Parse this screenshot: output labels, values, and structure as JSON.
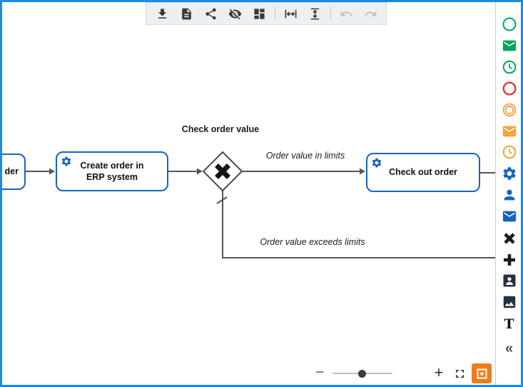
{
  "toolbar": {
    "items": [
      {
        "name": "download"
      },
      {
        "name": "document"
      },
      {
        "name": "share"
      },
      {
        "name": "hide-visibility"
      },
      {
        "name": "grid-view"
      },
      {
        "name": "fit-width"
      },
      {
        "name": "fit-height"
      },
      {
        "name": "undo",
        "disabled": true
      },
      {
        "name": "redo",
        "disabled": true
      }
    ]
  },
  "palette": {
    "items": [
      {
        "name": "start-event",
        "shape": "circle",
        "color": "#00a65a"
      },
      {
        "name": "message-start-event",
        "shape": "envelope",
        "color": "#00a65a"
      },
      {
        "name": "timer-start-event",
        "shape": "clock",
        "color": "#00a65a"
      },
      {
        "name": "end-event",
        "shape": "circle",
        "color": "#e53935"
      },
      {
        "name": "intermediate-event",
        "shape": "double-circle",
        "color": "#f2a33c"
      },
      {
        "name": "message-intermediate-event",
        "shape": "envelope",
        "color": "#f2a33c"
      },
      {
        "name": "timer-intermediate-event",
        "shape": "clock",
        "color": "#f2a33c"
      },
      {
        "name": "service-task",
        "shape": "gear",
        "color": "#1565c0"
      },
      {
        "name": "user-task",
        "shape": "person",
        "color": "#1565c0"
      },
      {
        "name": "send-task",
        "shape": "envelope",
        "color": "#1565c0"
      },
      {
        "name": "exclusive-gateway",
        "shape": "x-cross",
        "color": "#1b1b1b"
      },
      {
        "name": "parallel-gateway",
        "shape": "plus",
        "color": "#1b1b1b"
      },
      {
        "name": "participant",
        "shape": "person-frame",
        "color": "#26323a"
      },
      {
        "name": "image",
        "shape": "picture",
        "color": "#26323a"
      },
      {
        "name": "text-annotation",
        "glyph": "T",
        "color": "#111111"
      },
      {
        "name": "collapse-palette",
        "glyph": "«",
        "color": "#3c4f5c"
      }
    ]
  },
  "diagram": {
    "partial_task_label": "der",
    "tasks": [
      {
        "label": "Create order in ERP system",
        "type": "service-task"
      },
      {
        "label": "Check out order",
        "type": "service-task"
      }
    ],
    "gateway": {
      "label": "Check order value",
      "type": "exclusive"
    },
    "flows": [
      {
        "label": "Order value in limits"
      },
      {
        "label": "Order value exceeds limits"
      }
    ],
    "colors": {
      "task_border": "#1565c0",
      "connector": "#555555",
      "frame": "#1e88e5"
    }
  },
  "zoom_controls": {
    "zoom_out_label": "−",
    "zoom_in_label": "+",
    "slider_position": 0.45
  }
}
